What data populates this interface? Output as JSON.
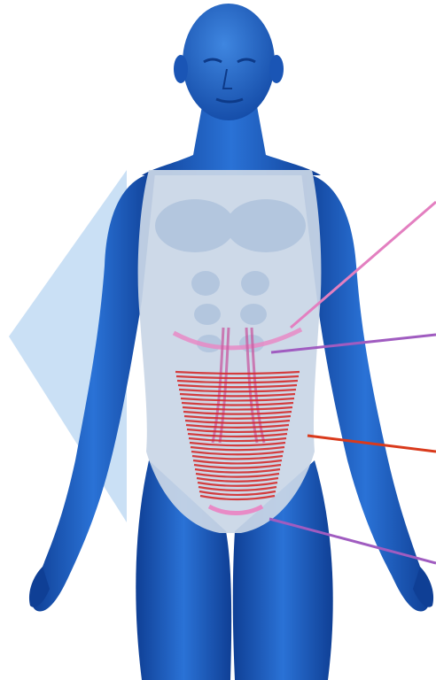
{
  "figure": {
    "body_color": "#1f63c4",
    "body_shade": "#0f3f95",
    "body_highlight": "#3f86e0",
    "garment_color": "#c9d6e6",
    "panel_color": "#9fc6ec",
    "incision_color": "#e88ac6",
    "muscle_color": "#d52b2b",
    "pointer_lines": [
      {
        "name": "upper-pointer",
        "color": "#e37fc0"
      },
      {
        "name": "rib-pointer",
        "color": "#a05cc0"
      },
      {
        "name": "muscle-pointer",
        "color": "#d93a1c"
      },
      {
        "name": "pubic-pointer",
        "color": "#a05cc0"
      }
    ]
  }
}
